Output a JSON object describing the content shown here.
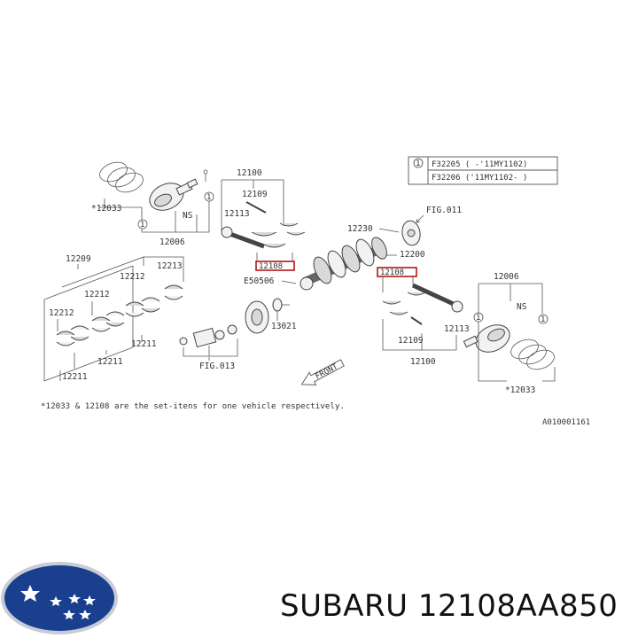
{
  "diagram": {
    "legend": {
      "marker": "1",
      "row1": "F32205 ( -'11MY1102)",
      "row2": "F32206 ('11MY1102- )"
    },
    "labels": {
      "rod_left_top": "12100",
      "rod_left_bolt": "12109",
      "rod_left_nut": "12113",
      "bearing_left_highlight": "12108",
      "crank_bolt": "E50506",
      "flywheel_ref": "FIG.011",
      "sprocket": "12230",
      "crankshaft": "12200",
      "bearing_right_highlight": "12108",
      "pulley": "13021",
      "sensor_ref": "FIG.013",
      "rod_right_bolt": "12109",
      "rod_right_nut": "12113",
      "rod_right_bottom": "12100",
      "piston_left_rings": "*12033",
      "piston_left": "12006",
      "piston_left_ns": "NS",
      "piston_right": "12006",
      "piston_right_ns": "NS",
      "piston_right_rings": "*12033",
      "main_bearing_set": "12209",
      "bearing_a": "12213",
      "bearing_b": "12212",
      "bearing_c": "12212",
      "bearing_d": "12212",
      "bearing_e": "12211",
      "bearing_f": "12211",
      "bearing_g": "12211",
      "circle_marker": "1",
      "front": "FRONT"
    },
    "footnote": "*12033 & 12108 are the set-itens for one vehicle respectively.",
    "diagram_code": "A010001161"
  },
  "brand": {
    "caption": "SUBARU 12108AA850",
    "logo_colors": {
      "oval": "#1b3f8f",
      "ring": "#c7ccd6",
      "star": "#ffffff"
    }
  }
}
